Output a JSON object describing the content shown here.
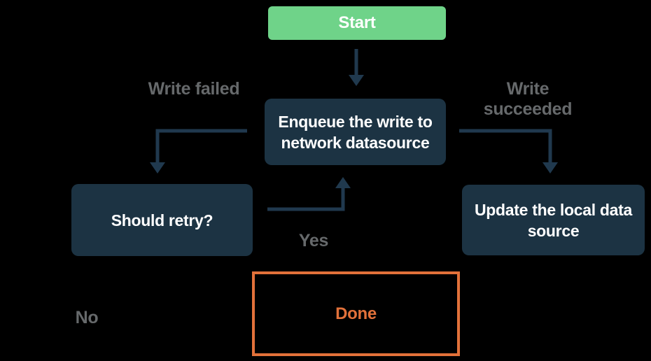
{
  "diagram": {
    "nodes": {
      "start": {
        "label": "Start"
      },
      "enqueue": {
        "label": "Enqueue the write to network datasource"
      },
      "should_retry": {
        "label": "Should retry?"
      },
      "update_local": {
        "label": "Update the local data source"
      },
      "done": {
        "label": "Done"
      }
    },
    "edge_labels": {
      "write_failed": "Write failed",
      "write_succeeded": "Write succeeded",
      "yes": "Yes",
      "no": "No"
    },
    "colors": {
      "background": "#000000",
      "start_fill": "#6fd389",
      "node_fill": "#1c3343",
      "node_text": "#ffffff",
      "arrow": "#20394e",
      "edge_label_text": "#66696b",
      "done_accent": "#e2713a"
    }
  }
}
